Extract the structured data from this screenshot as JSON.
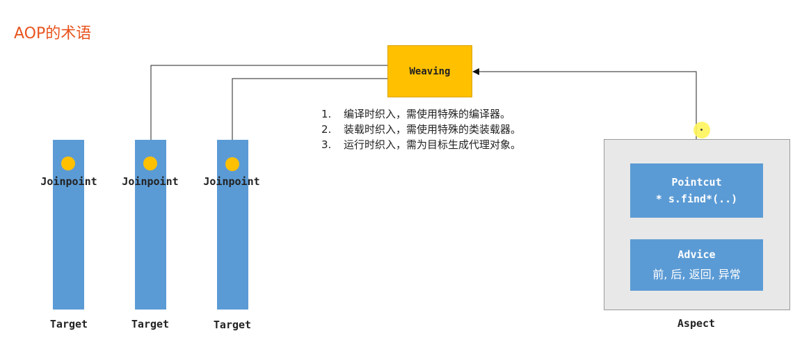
{
  "title": "AOP的术语",
  "weaving": {
    "label": "Weaving"
  },
  "notes": [
    {
      "num": "1.",
      "text": "编译时织入，需使用特殊的编译器。"
    },
    {
      "num": "2.",
      "text": "装载时织入，需使用特殊的类装载器。"
    },
    {
      "num": "3.",
      "text": "运行时织入，需为目标生成代理对象。"
    }
  ],
  "targets": [
    {
      "joinpoint_label": "Joinpoint",
      "target_label": "Target"
    },
    {
      "joinpoint_label": "Joinpoint",
      "target_label": "Target"
    },
    {
      "joinpoint_label": "Joinpoint",
      "target_label": "Target"
    }
  ],
  "aspect": {
    "label": "Aspect",
    "pointcut": {
      "title": "Pointcut",
      "expression": "* s.find*(..)"
    },
    "advice": {
      "title": "Advice",
      "kinds": "前, 后, 返回, 异常"
    }
  },
  "colors": {
    "title": "#e8541e",
    "weaving_fill": "#ffc000",
    "target_bar": "#5b9bd5",
    "joinpoint_dot": "#ffc000",
    "aspect_fill": "#e8e8e8",
    "inner_box": "#5b9bd5"
  }
}
